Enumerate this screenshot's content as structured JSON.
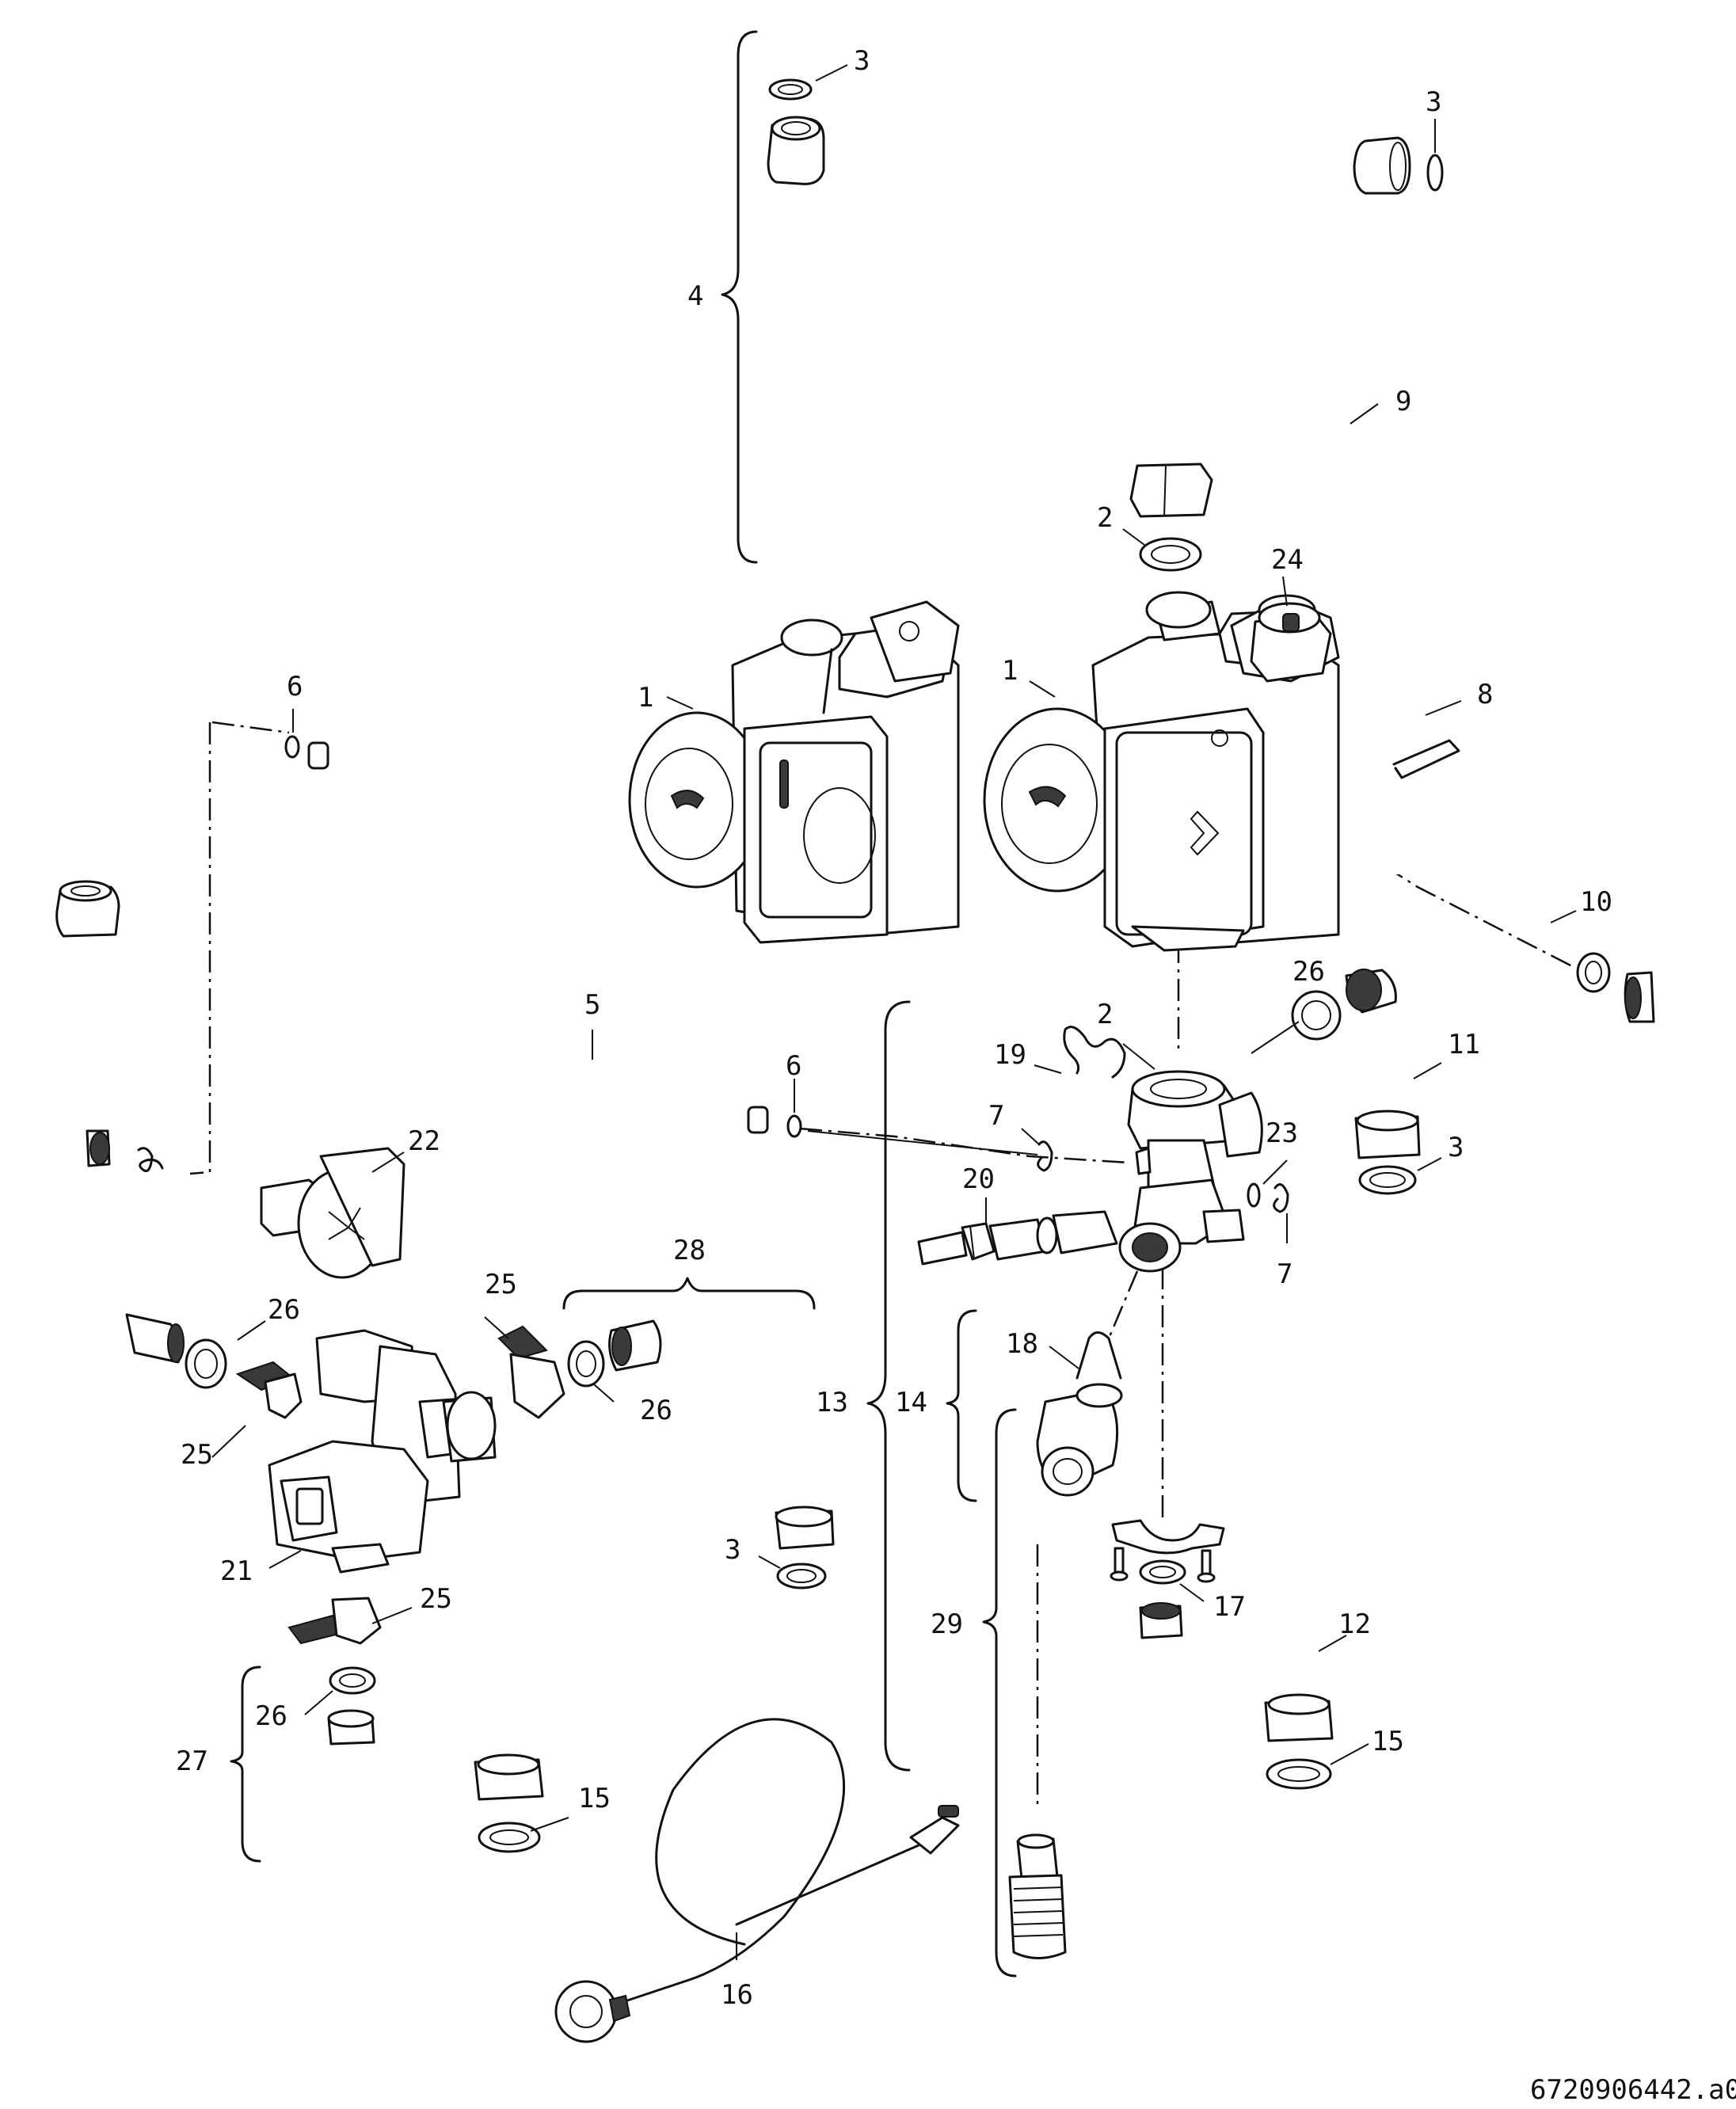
{
  "drawing_number": "6720906442.a0",
  "labels": {
    "p1a": "1",
    "p1b": "1",
    "p2a": "2",
    "p2b": "2",
    "p3a": "3",
    "p3b": "3",
    "p3c": "3",
    "p3d": "3",
    "p3e": "3",
    "p4": "4",
    "p5": "5",
    "p6a": "6",
    "p6b": "6",
    "p7a": "7",
    "p7b": "7",
    "p8": "8",
    "p9": "9",
    "p10": "10",
    "p11": "11",
    "p12": "12",
    "p13": "13",
    "p14": "14",
    "p15a": "15",
    "p15b": "15",
    "p16": "16",
    "p17": "17",
    "p18": "18",
    "p19": "19",
    "p20": "20",
    "p21": "21",
    "p22": "22",
    "p23": "23",
    "p24": "24",
    "p25a": "25",
    "p25b": "25",
    "p25c": "25",
    "p25d": "25",
    "p26a": "26",
    "p26b": "26",
    "p26c": "26",
    "p26d": "26",
    "p27": "27",
    "p28": "28",
    "p29": "29"
  }
}
